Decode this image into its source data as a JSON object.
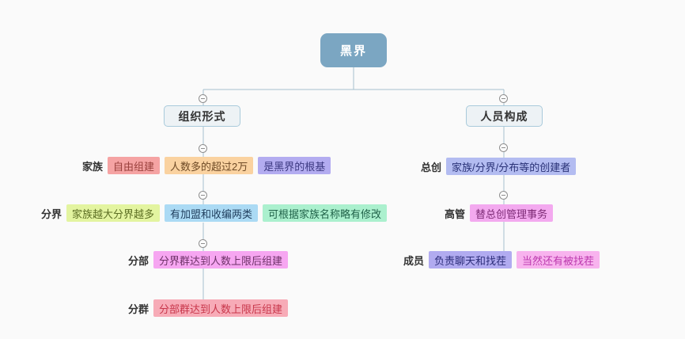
{
  "canvas": {
    "background": "#fafafa",
    "connector_color": "#a6c0ce",
    "toggle_icon_color": "#8e8e8e"
  },
  "root": {
    "label": "黑界",
    "bg": "#7ba6c2",
    "fg": "#ffffff"
  },
  "branch_style": {
    "bg": "#edf2f5",
    "border": "#a9cadb",
    "fg": "#333333"
  },
  "left_branch": {
    "title": "组织形式",
    "rows": [
      {
        "label": "家族",
        "items": [
          {
            "text": "自由组建",
            "bg": "#f5a3a3",
            "fg": "#99403c"
          },
          {
            "text": "人数多的超过2万",
            "bg": "#fad2a0",
            "fg": "#6e4a26"
          },
          {
            "text": "是黑界的根基",
            "bg": "#b3acf0",
            "fg": "#3b3880"
          }
        ]
      },
      {
        "label": "分界",
        "items": [
          {
            "text": "家族越大分界越多",
            "bg": "#e3f4a0",
            "fg": "#5c6e23"
          },
          {
            "text": "有加盟和收编两类",
            "bg": "#abdaf4",
            "fg": "#1f3d5c"
          },
          {
            "text": "可根据家族名称略有修改",
            "bg": "#abf0ce",
            "fg": "#1f6148"
          }
        ]
      },
      {
        "label": "分部",
        "items": [
          {
            "text": "分界群达到人数上限后组建",
            "bg": "#f6a6f1",
            "fg": "#6e3268"
          }
        ]
      },
      {
        "label": "分群",
        "items": [
          {
            "text": "分部群达到人数上限后组建",
            "bg": "#f7abb7",
            "fg": "#c8374b"
          }
        ]
      }
    ]
  },
  "right_branch": {
    "title": "人员构成",
    "rows": [
      {
        "label": "总创",
        "items": [
          {
            "text": "家族/分界/分布等的创建者",
            "bg": "#b3bcf1",
            "fg": "#2a3277"
          }
        ]
      },
      {
        "label": "高管",
        "items": [
          {
            "text": "替总创管理事务",
            "bg": "#f3a9ef",
            "fg": "#7d2b76"
          }
        ]
      },
      {
        "label": "成员",
        "items": [
          {
            "text": "负责聊天和找茬",
            "bg": "#b1abf0",
            "fg": "#2d2e7a"
          },
          {
            "text": "当然还有被找茬",
            "bg": "#f8b3ee",
            "fg": "#bc3aae"
          }
        ]
      }
    ]
  }
}
